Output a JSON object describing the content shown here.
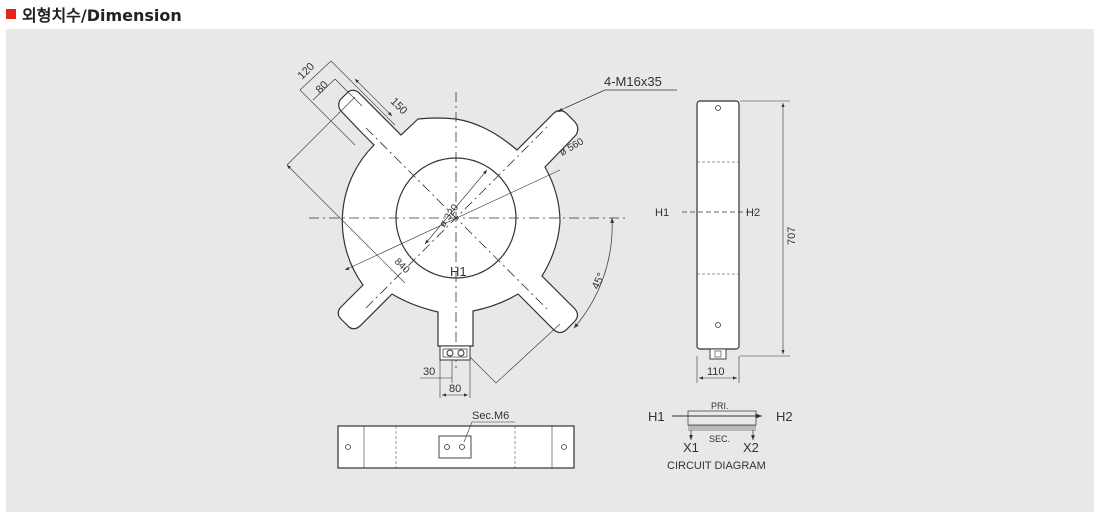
{
  "header": {
    "title": "외형치수/Dimension"
  },
  "drawing": {
    "front": {
      "dim_120": "120",
      "dim_80_top": "80",
      "dim_150": "150",
      "bolt": "4-M16x35",
      "dia_560": "ø 560",
      "dia_320": "ø 320",
      "dim_840": "840",
      "angle": "45°",
      "h1": "H1",
      "dim_30": "30",
      "dim_80_bottom": "80"
    },
    "side": {
      "h1": "H1",
      "h2": "H2",
      "dim_707": "707",
      "dim_110": "110"
    },
    "bottom": {
      "sec": "Sec.M6"
    },
    "circuit": {
      "h1": "H1",
      "h2": "H2",
      "pri": "PRI.",
      "sec": "SEC.",
      "x1": "X1",
      "x2": "X2",
      "caption": "CIRCUIT DIAGRAM"
    }
  }
}
